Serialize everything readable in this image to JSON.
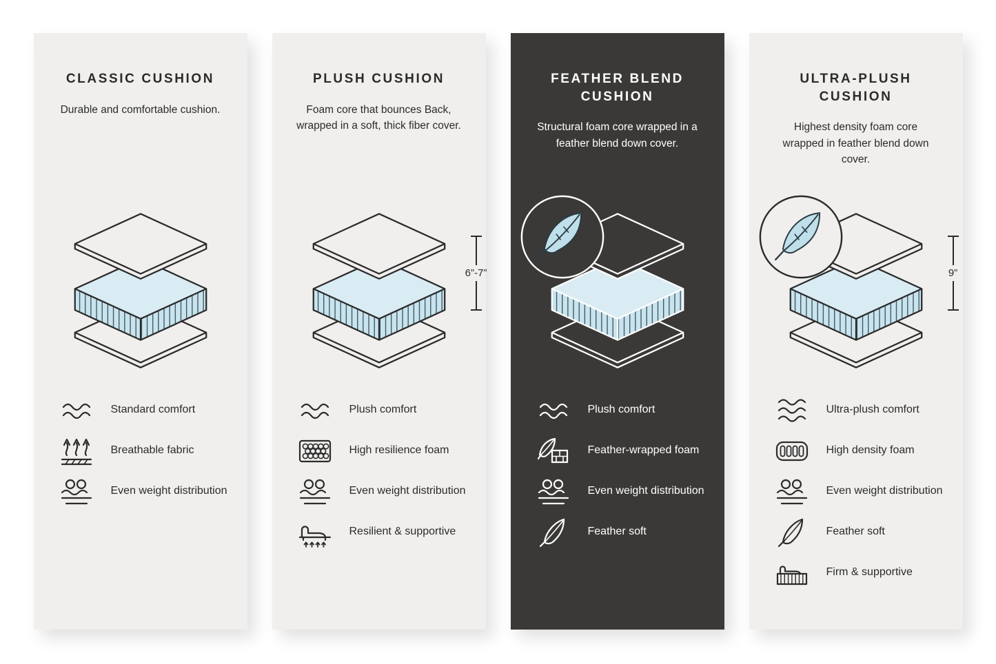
{
  "cards": [
    {
      "id": "classic-cushion",
      "theme": "light",
      "title": "CLASSIC CUSHION",
      "description": "Durable and comfortable cushion.",
      "diagram": {
        "feather_badge": false,
        "measurement": null
      },
      "features": [
        {
          "icon": "waves-icon",
          "label": "Standard comfort"
        },
        {
          "icon": "breathable-fabric-icon",
          "label": "Breathable fabric"
        },
        {
          "icon": "weight-distribution-icon",
          "label": "Even weight distribution"
        }
      ]
    },
    {
      "id": "plush-cushion",
      "theme": "light",
      "title": "PLUSH CUSHION",
      "description": "Foam core that bounces Back, wrapped in a soft, thick fiber cover.",
      "diagram": {
        "feather_badge": false,
        "measurement": "6”-7”"
      },
      "features": [
        {
          "icon": "waves-icon",
          "label": "Plush comfort"
        },
        {
          "icon": "foam-cells-icon",
          "label": "High resilience foam"
        },
        {
          "icon": "weight-distribution-icon",
          "label": "Even weight distribution"
        },
        {
          "icon": "lounge-arrows-icon",
          "label": "Resilient & supportive"
        }
      ]
    },
    {
      "id": "feather-blend-cushion",
      "theme": "dark",
      "title": "FEATHER BLEND CUSHION",
      "description": "Structural foam core wrapped in a feather blend down cover.",
      "diagram": {
        "feather_badge": true,
        "measurement": null
      },
      "features": [
        {
          "icon": "waves-icon",
          "label": "Plush comfort"
        },
        {
          "icon": "feather-foam-icon",
          "label": "Feather-wrapped foam"
        },
        {
          "icon": "weight-distribution-icon",
          "label": "Even weight distribution"
        },
        {
          "icon": "feather-icon",
          "label": "Feather soft"
        }
      ]
    },
    {
      "id": "ultra-plush-cushion",
      "theme": "light",
      "title": "ULTRA-PLUSH CUSHION",
      "description": "Highest density foam core wrapped in feather blend down cover.",
      "diagram": {
        "feather_badge": true,
        "measurement": "9”"
      },
      "features": [
        {
          "icon": "waves-icon",
          "label": "Ultra-plush comfort"
        },
        {
          "icon": "density-foam-icon",
          "label": "High density foam"
        },
        {
          "icon": "weight-distribution-icon",
          "label": "Even weight distribution"
        },
        {
          "icon": "feather-icon",
          "label": "Feather soft"
        },
        {
          "icon": "firm-supportive-icon",
          "label": "Firm & supportive"
        }
      ]
    }
  ],
  "colors": {
    "page_background": "#ffffff",
    "card_light": "#f0efed",
    "card_dark": "#3a3937",
    "foam_blue": "#cfe7f0",
    "feather_blue": "#bfdfea",
    "line_dark": "#2b2b2b",
    "line_light": "#ffffff"
  }
}
